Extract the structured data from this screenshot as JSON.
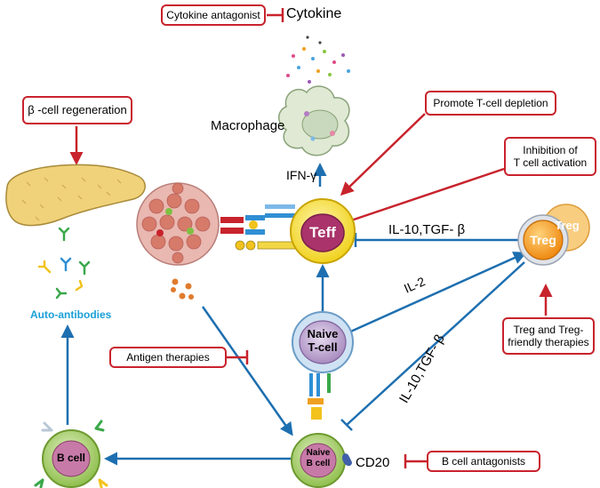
{
  "figure": {
    "therapies": {
      "cytokine_antagonist": "Cytokine antagonist",
      "beta_cell_regeneration": "β -cell regeneration",
      "promote_tcell_depletion": "Promote T-cell depletion",
      "inhibition_tcell_activation": "Inhibition of\nT cell activation",
      "antigen_therapies": "Antigen therapies",
      "treg_friendly_therapies": "Treg and Treg-\nfriendly therapies",
      "b_cell_antagonists": "B cell antagonists"
    },
    "labels": {
      "cytokine": "Cytokine",
      "macrophage": "Macrophage",
      "ifn_gamma": "IFN-γ",
      "il10_tgf_top": "IL-10,TGF- β",
      "il2": "IL-2",
      "il10_tgf_diag": "IL-10,TGF- β",
      "auto_antibodies": "Auto-antibodies",
      "cd20": "CD20"
    },
    "cells": {
      "teff": "Teff",
      "treg_front": "Treg",
      "treg_back": "Treg",
      "naive_tcell": "Naive\nT-cell",
      "naive_bcell": "Naive\nB cell",
      "b_cell": "B cell"
    },
    "colors": {
      "arrow_blue": "#1d6fb0",
      "inhibit_red": "#c8232c",
      "auto_antibody_text": "#1aa0d8",
      "teff_fill": "#f5e14a",
      "treg_fill": "#f39c1f",
      "naive_t_fill": "#b9a2c8",
      "b_cell_fill": "#b6d77a",
      "pancreas_fill": "#f0d27a"
    }
  }
}
